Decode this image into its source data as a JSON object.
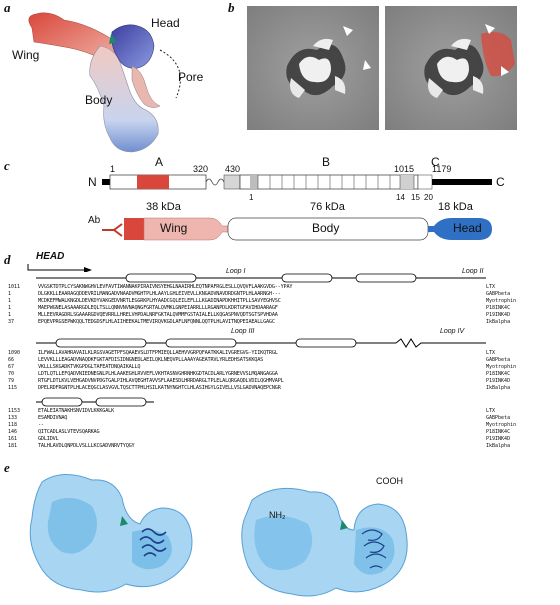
{
  "panels": {
    "a": {
      "letter": "a",
      "labels": {
        "wing": "Wing",
        "head": "Head",
        "body": "Body",
        "pore": "Pore"
      }
    },
    "b": {
      "letter": "b"
    },
    "c": {
      "letter": "c",
      "terminal_n": "N",
      "terminal_c": "C",
      "domains": {
        "a": "A",
        "b": "B",
        "c": "C"
      },
      "positions": {
        "p1": "1",
        "p320": "320",
        "p430": "430",
        "p1015": "1015",
        "p1179": "1179"
      },
      "repeats": {
        "r1": "1",
        "r14": "14",
        "r15": "15",
        "r20": "20"
      },
      "antibody": "Ab",
      "masses": {
        "wing": "38 kDa",
        "body": "76 kDa",
        "head": "18 kDa"
      },
      "segments": {
        "wing": "Wing",
        "body": "Body",
        "head": "Head"
      }
    },
    "d": {
      "letter": "d",
      "head_label": "HEAD",
      "loops": {
        "l1": "Loop I",
        "l2": "Loop II",
        "l3": "Loop III",
        "l4": "Loop IV"
      },
      "block1": {
        "rows": [
          {
            "num": "1011",
            "name": "LTX",
            "seq": "VVGSKTDTPLCYSAKNWGHVLEVFAVTIWANNAKPIRAIVNSYEHGLNAAIRHLEQTNPAFRGLESLLQVQVFLAAKGVDG--YPAY"
          },
          {
            "num": "1",
            "name": "GABPbeta",
            "seq": "DLGKKLLEAARAGQDDEVRILMANGADVNAADVMGHTPLHLAAYLGHLEIVEVLLKNGADVNAVDRDGNTPLHLAARNGH---"
          },
          {
            "num": "1",
            "name": "Myotrophin",
            "seq": "MCDKEFMWALKNGDLDEVKDYVAKGEDVNRTLEGGRKPLHYAADCGQLEILEFLLLKGADINAPDKHHITPLLSAVYEGHVSC"
          },
          {
            "num": "1",
            "name": "P18INK4C",
            "seq": "MAEPWGNELASAAARGDLEQLTSLLQNNVNVNAQNGFGRTALQVMKLGNPEIARRLLLRGANPDLKDRTGFAVIHDAARAGF"
          },
          {
            "num": "1",
            "name": "P19INK4D",
            "seq": "MLLEEVRAGDRLSGAAARGDVQEVRRLLHRELVHPDALNRFGKTALQVMMFGSTAIALELLKQGASPNVQDTSGTSPVHDAA"
          },
          {
            "num": "37",
            "name": "IkBalpha",
            "seq": "EPQEVPRGSEPWKQQLTEDGDSFLHLAIIHEEKALTMEVIRQVKGDLAFLNFQNNLQQTPLHLAVITNQPEIAEALLGAGC"
          }
        ]
      },
      "block2": {
        "rows": [
          {
            "num": "1090",
            "name": "LTX",
            "seq": "ILFWALLAVAHRAVAILKLRGSVAGETPFSQAAEVSLDTFPMIEQLLAEHVVGRPQFAATKKALIVGREGVG-YIIKQTRGL"
          },
          {
            "num": "66",
            "name": "GABPbeta",
            "seq": "LEVVKLLLEAGADVNAQDKFGKTAFDISIDNGNEDLAEILQKLNEQVPLLAAAYAGEATRVLYRLEDHSATSKKQAS"
          },
          {
            "num": "67",
            "name": "Myotrophin",
            "seq": "VKLLLSKGADKTVKGPDGLTAFEATDNQAIKALLQ"
          },
          {
            "num": "70",
            "name": "P18INK4C",
            "seq": "LDTLQTLLEFQADVNIEDNEGNLPLHLAAKEGHLRVVEFLVKHTASNVGHRNHKGDTACDLARLYGRNEVVSLMQANGAGGA"
          },
          {
            "num": "79",
            "name": "P19INK4D",
            "seq": "RTGFLDTLKVLVEHGADVNVPDGTGALPIHLAVQEGHTAVVSFLAAESDLHRRDARGLTPLELALQRGAQDLVDILQGHMVAPL"
          },
          {
            "num": "115",
            "name": "IkBalpha",
            "seq": "DPELRDFRGNTPLHLACEQGCLASVGVLTQSCTTPHLHSILKATNYNGHTCLHLASIHGYLGIVELLVSLGADVNAQEPCNGR"
          }
        ]
      },
      "block3": {
        "rows": [
          {
            "num": "1153",
            "name": "LTX",
            "seq": "ETALEIATNAKHSNVIDVLKKKGALK"
          },
          {
            "num": "133",
            "name": "GABPbeta",
            "seq": "ESAMDIVNAQ"
          },
          {
            "num": "118",
            "name": "Myotrophin",
            "seq": "--"
          },
          {
            "num": "146",
            "name": "P18INK4C",
            "seq": "QITCADLASLVTEVSQARKAG"
          },
          {
            "num": "161",
            "name": "P19INK4D",
            "seq": "GDLIDVL"
          },
          {
            "num": "181",
            "name": "IkBalpha",
            "seq": "TALHLAVDLQNPDLVSLLLKCGADVNRVTYQGY"
          }
        ]
      }
    },
    "e": {
      "letter": "e",
      "labels": {
        "nh2": "NH₂",
        "cooh": "COOH"
      }
    }
  },
  "colors": {
    "wing_red": "#d9473c",
    "head_blue": "#2f6fc4",
    "body_pink": "#e8a7a0",
    "highlight_yellow": "#f3ec63",
    "map_blue": "#5fb0e4",
    "arrow_green": "#1a8a6a"
  }
}
